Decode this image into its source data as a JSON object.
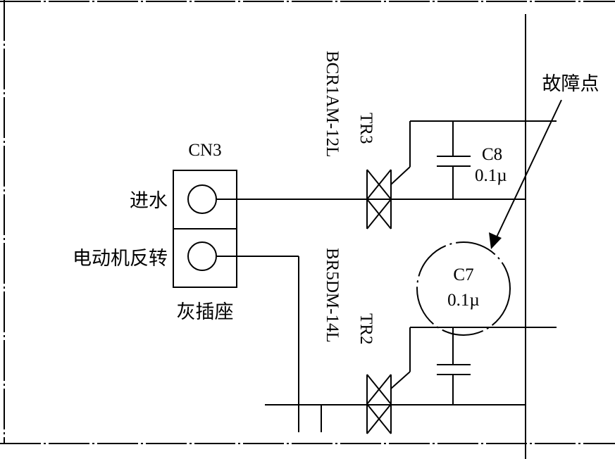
{
  "connector": {
    "ref": "CN3",
    "pin1_label": "进水",
    "pin2_label": "电动机反转",
    "housing_label": "灰插座"
  },
  "triac_upper": {
    "ref": "TR3",
    "part": "BCR1AM-12L"
  },
  "triac_lower": {
    "ref": "TR2",
    "part": "BR5DM-14L"
  },
  "cap_c8": {
    "ref": "C8",
    "value": "0.1µ"
  },
  "cap_c7": {
    "ref": "C7",
    "value": "0.1µ"
  },
  "fault_label": "故障点"
}
